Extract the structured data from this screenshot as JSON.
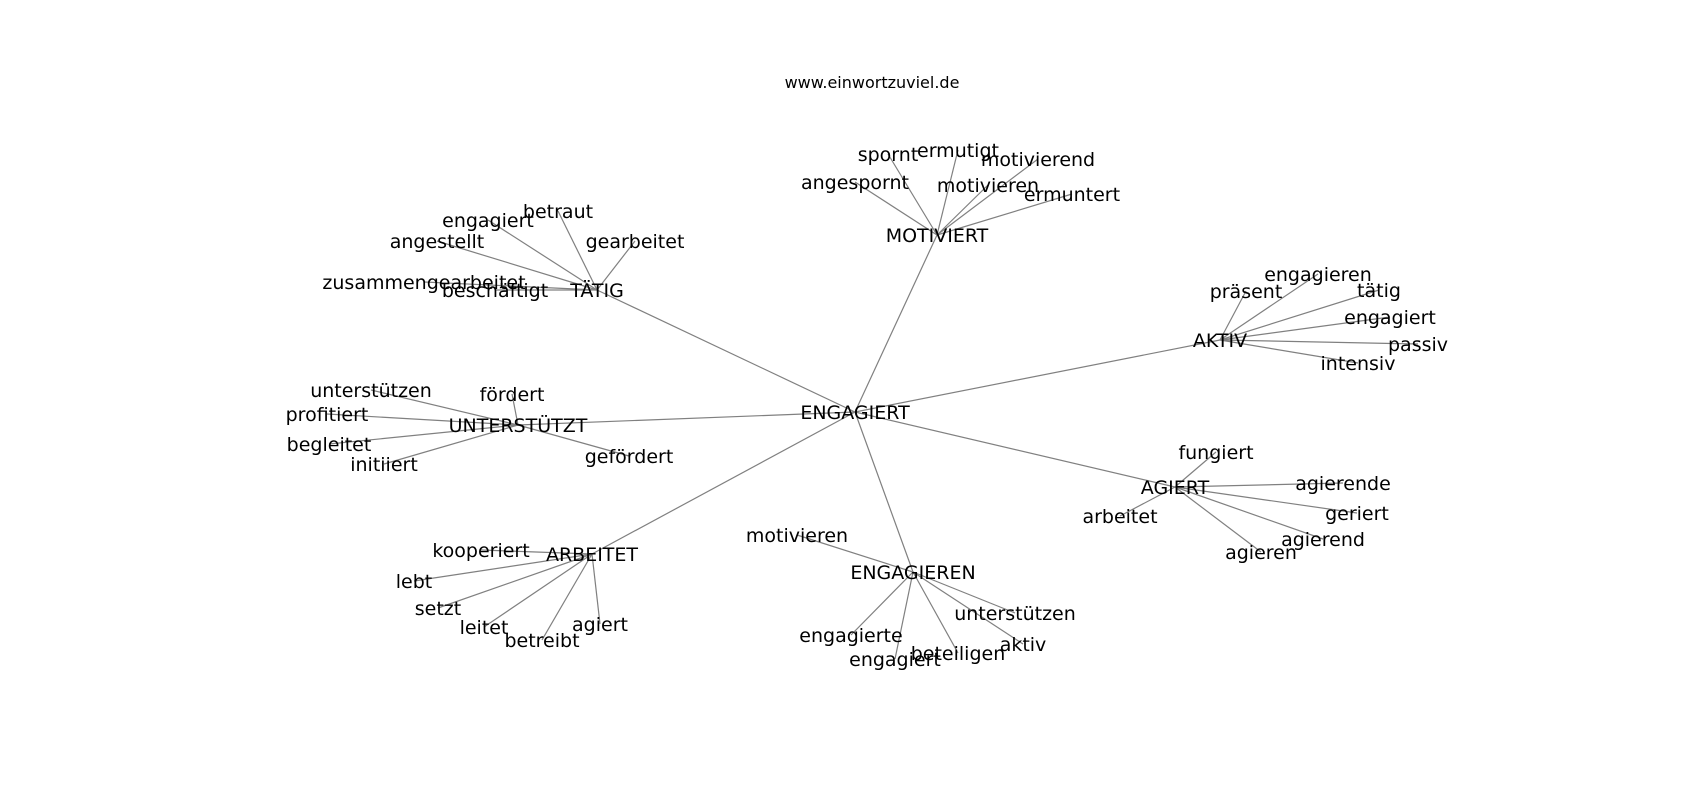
{
  "source_text": "www.einwortzuviel.de",
  "center": {
    "word": "ENGAGIERT"
  },
  "clusters": [
    {
      "hub": "MOTIVIERT",
      "leaves": [
        "spornt",
        "ermutigt",
        "motivierend",
        "angespornt",
        "motivieren",
        "ermuntert"
      ]
    },
    {
      "hub": "TÄTIG",
      "leaves": [
        "betraut",
        "engagiert",
        "angestellt",
        "gearbeitet",
        "zusammengearbeitet",
        "beschäftigt"
      ]
    },
    {
      "hub": "AKTIV",
      "leaves": [
        "engagieren",
        "präsent",
        "tätig",
        "engagiert",
        "passiv",
        "intensiv"
      ]
    },
    {
      "hub": "UNTERSTÜTZT",
      "leaves": [
        "unterstützen",
        "fördert",
        "profitiert",
        "begleitet",
        "initiiert",
        "gefördert"
      ]
    },
    {
      "hub": "AGIERT",
      "leaves": [
        "fungiert",
        "agierende",
        "arbeitet",
        "geriert",
        "agierend",
        "agieren"
      ]
    },
    {
      "hub": "ARBEITET",
      "leaves": [
        "kooperiert",
        "lebt",
        "setzt",
        "leitet",
        "betreibt",
        "agiert"
      ]
    },
    {
      "hub": "ENGAGIEREN",
      "leaves": [
        "motivieren",
        "unterstützen",
        "engagierte",
        "aktiv",
        "beteiligen",
        "engagiert"
      ]
    }
  ]
}
